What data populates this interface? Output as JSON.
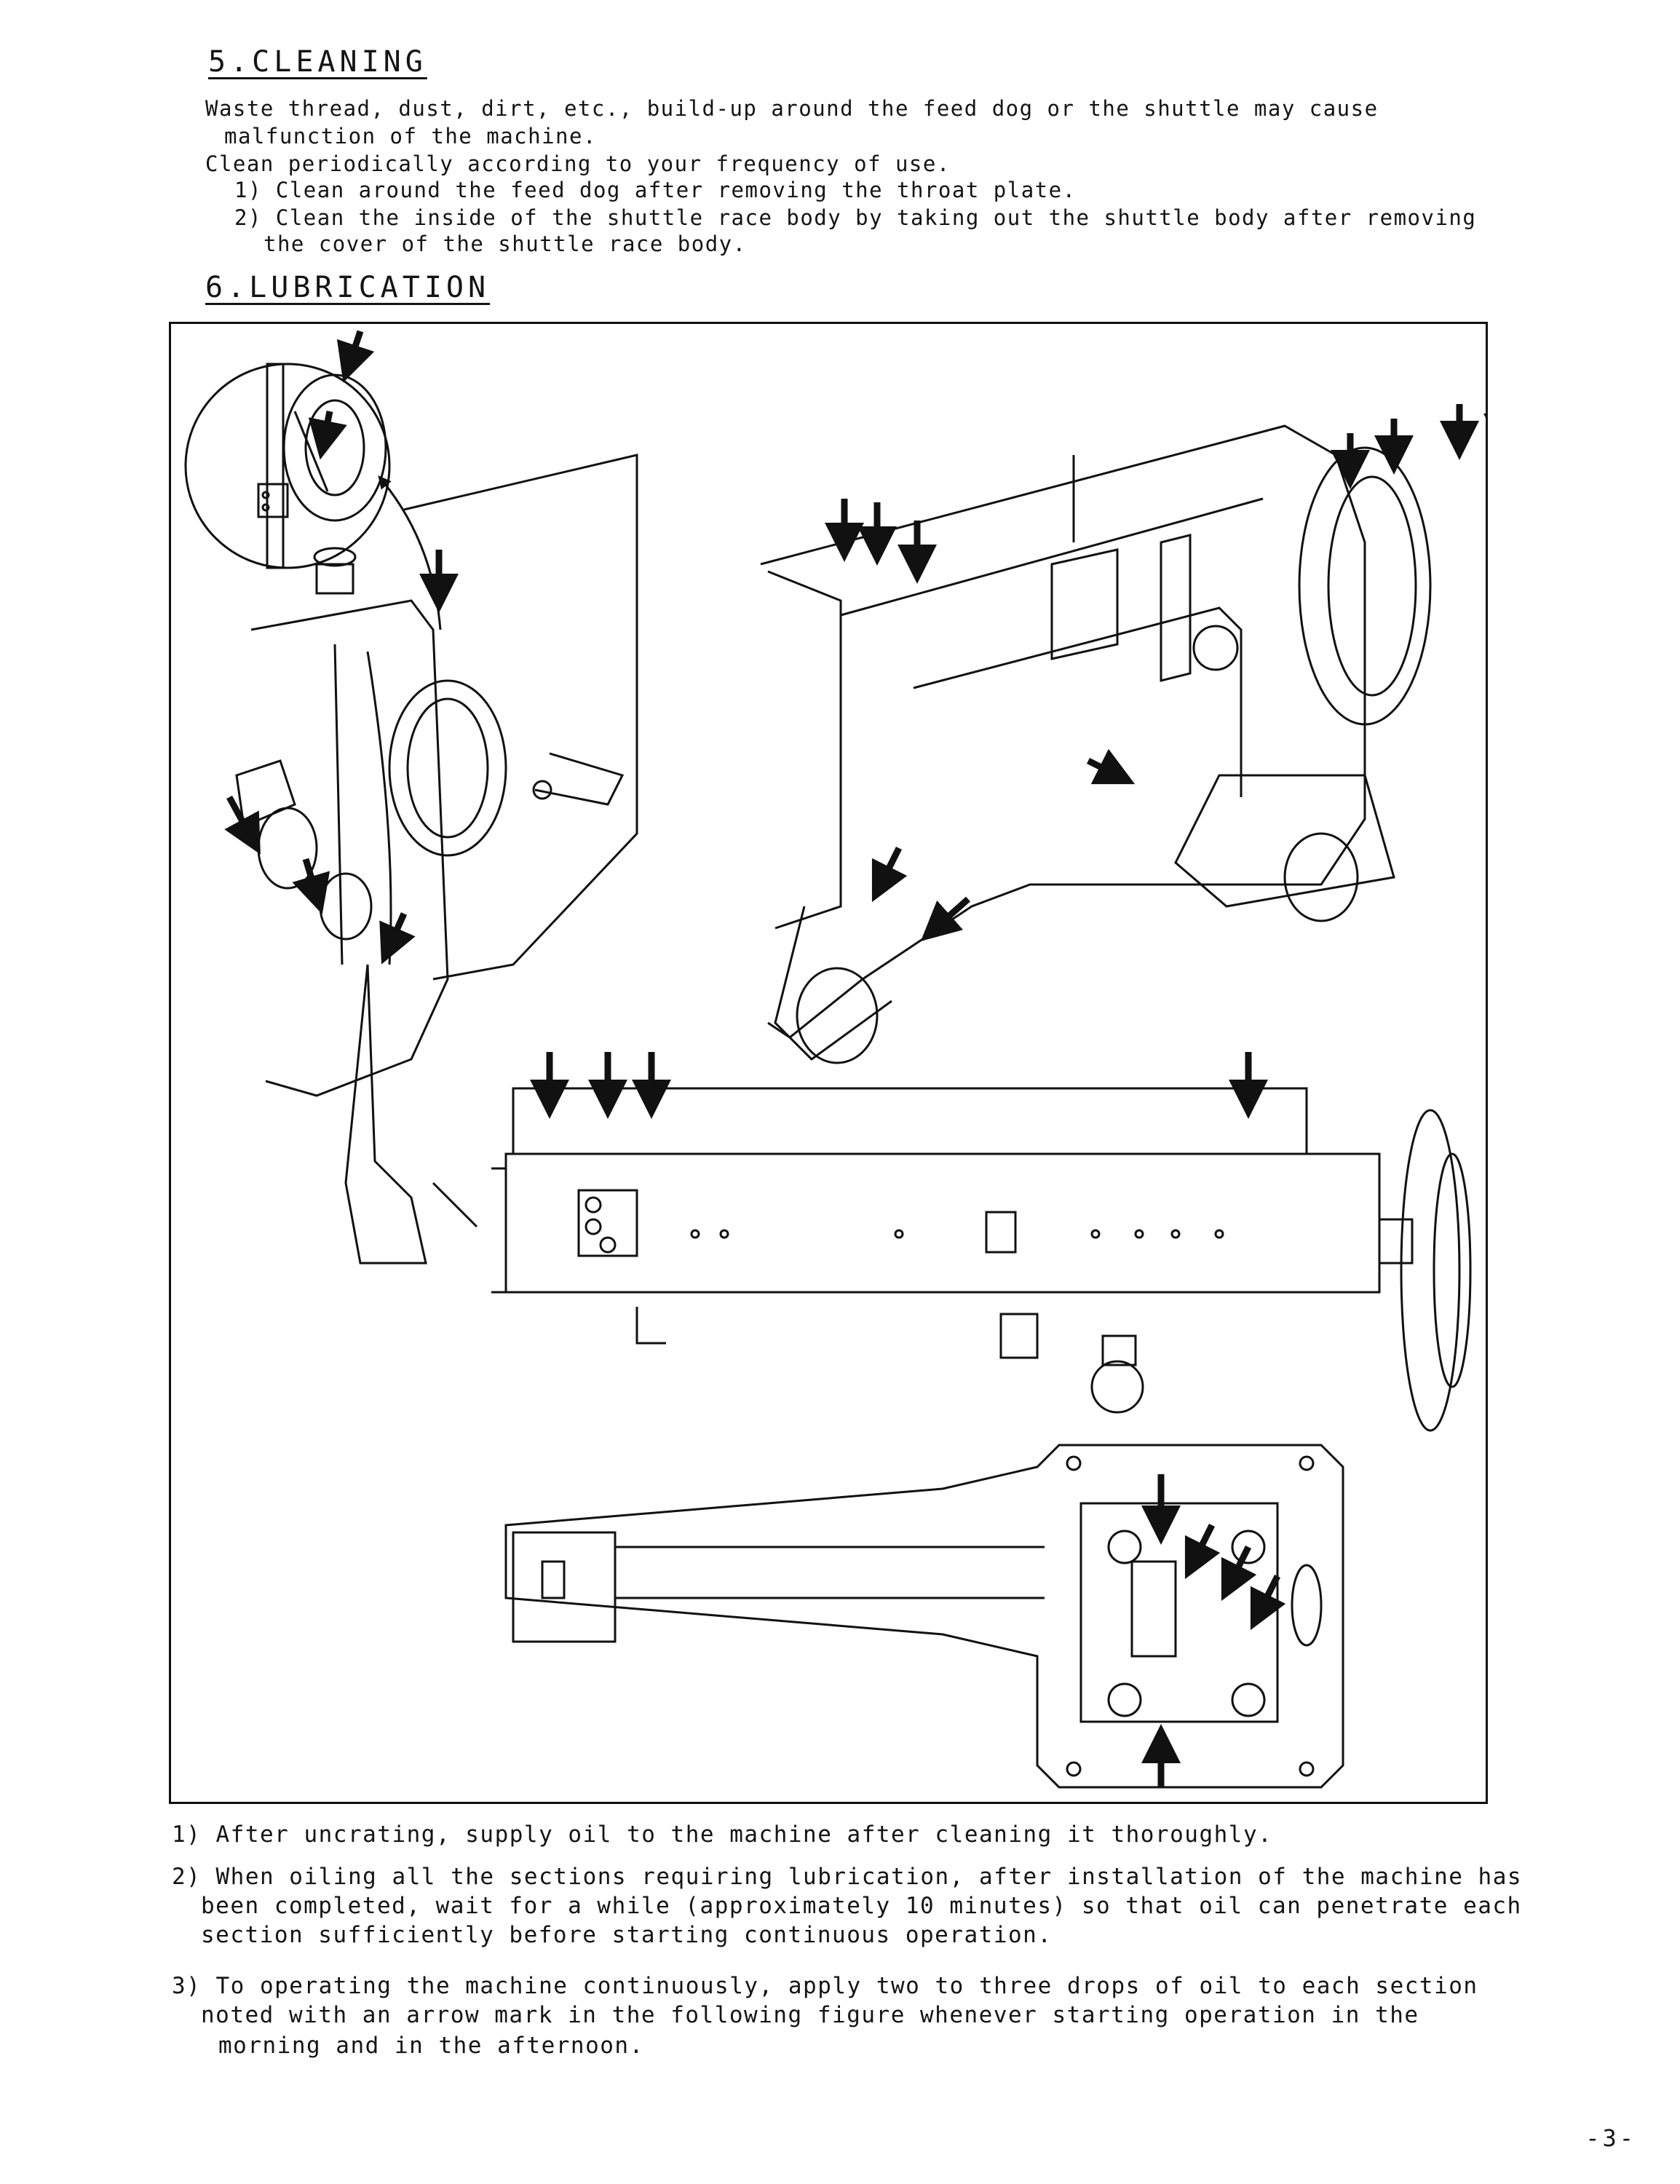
{
  "cleaning": {
    "heading": "5.CLEANING",
    "lines": [
      "Waste thread, dust, dirt, etc., build-up around the feed dog or the shuttle may cause",
      "malfunction of the machine.",
      "Clean periodically according to your frequency of use.",
      "1) Clean around the feed dog after removing the throat plate.",
      "2) Clean the inside of the shuttle race body by taking out the shuttle body after removing",
      "the cover of the shuttle race body."
    ]
  },
  "lubrication": {
    "heading": "6.LUBRICATION",
    "notes": [
      "1) After uncrating, supply oil to the machine after cleaning it thoroughly.",
      "2) When oiling all the sections requiring lubrication, after installation of the machine has",
      "been completed, wait for a while (approximately 10 minutes) so that oil can penetrate each",
      "section sufficiently before starting continuous operation.",
      "3) To operating the machine continuously, apply two to three drops of oil to each section",
      "noted with an arrow mark in the following figure whenever starting operation in the",
      "morning and in the afternoon."
    ]
  },
  "page_number": "-3-",
  "colors": {
    "ink": "#141414",
    "paper": "#ffffff"
  },
  "figure": {
    "views": [
      "detail-circle",
      "needle-bar-mechanism",
      "machine-front-view",
      "arm-top-view",
      "bed-bottom-view"
    ],
    "icons": [
      "oil-point-arrow-icon"
    ]
  }
}
